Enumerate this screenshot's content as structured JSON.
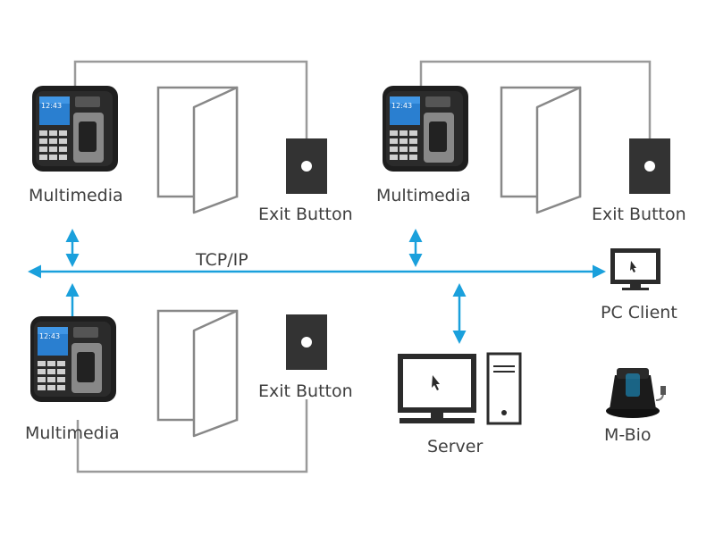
{
  "labels": {
    "multimedia_top_left": "Multimedia",
    "multimedia_top_right": "Multimedia",
    "multimedia_bottom_left": "Multimedia",
    "exit_button_top_left": "Exit Button",
    "exit_button_top_right": "Exit Button",
    "exit_button_bottom": "Exit Button",
    "network": "TCP/IP",
    "pc_client": "PC Client",
    "server": "Server",
    "m_bio": "M-Bio"
  },
  "device_screen_time": "12:43",
  "colors": {
    "network": "#1aa0dc",
    "wire": "#9a9a9a",
    "door": "#888888",
    "device_body": "#1e1e1e",
    "device_screen": "#2a7fd0",
    "exit_box": "#333333",
    "monitor": "#2b2b2b",
    "text": "#3f3f3f"
  }
}
